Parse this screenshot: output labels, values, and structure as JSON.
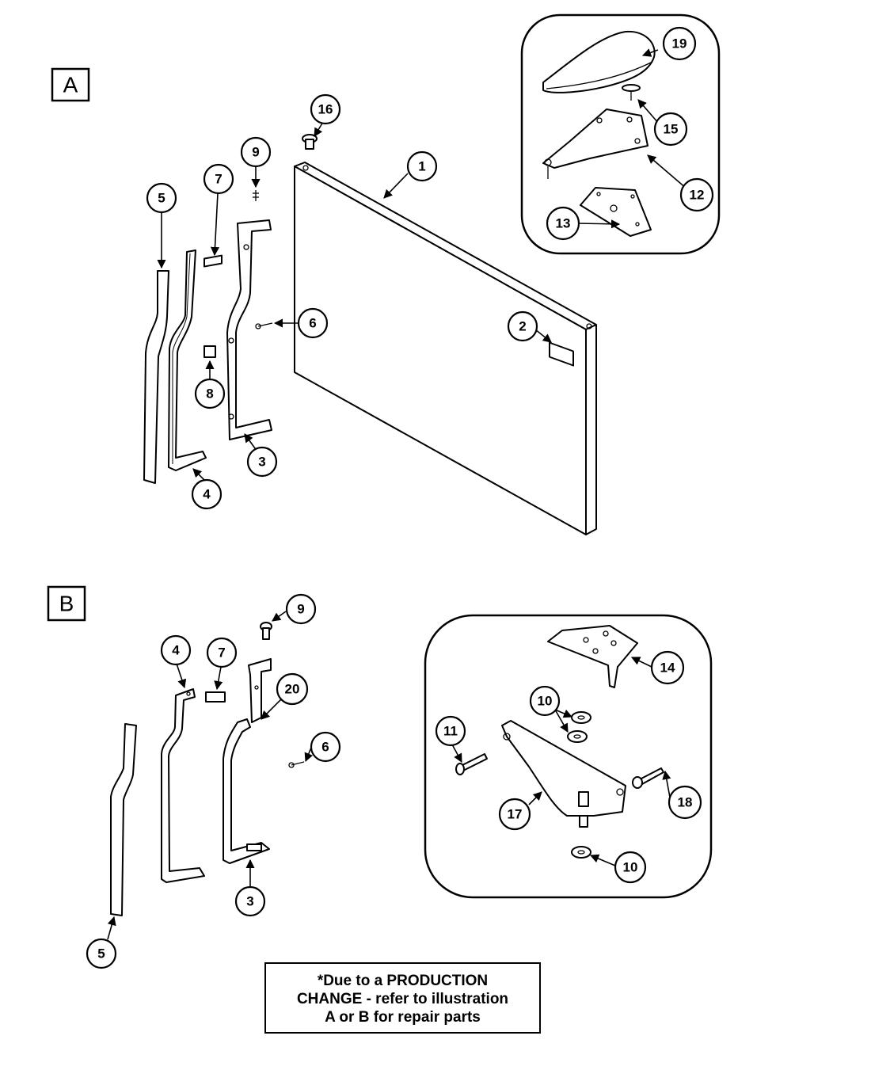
{
  "sections": [
    {
      "label": "A"
    },
    {
      "label": "B"
    }
  ],
  "callouts_a": [
    "19",
    "15",
    "12",
    "13",
    "16",
    "1",
    "9",
    "7",
    "5",
    "6",
    "2",
    "8",
    "3",
    "4"
  ],
  "callouts_b": [
    "9",
    "4",
    "7",
    "20",
    "6",
    "14",
    "10",
    "11",
    "18",
    "17",
    "10",
    "3",
    "5"
  ],
  "note": {
    "line1": "*Due to a PRODUCTION",
    "line2": "CHANGE - refer to illustration",
    "line3": "A or B for repair parts"
  }
}
